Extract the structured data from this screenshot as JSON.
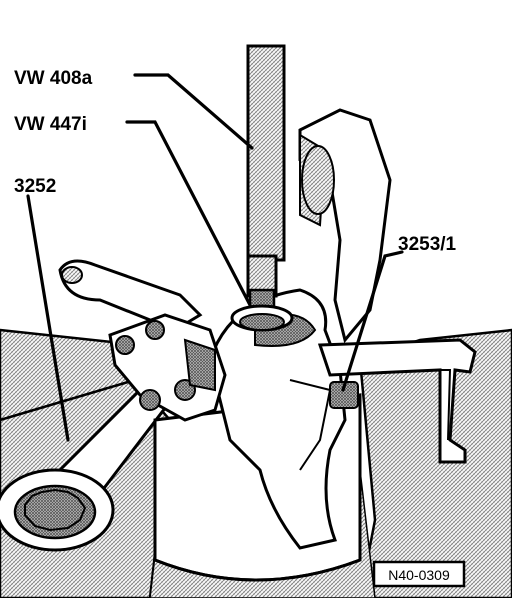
{
  "labels": {
    "vw408a": "VW 408a",
    "vw447i": "VW 447i",
    "t3252": "3252",
    "t3253": "3253/1"
  },
  "figure_code": "N40-0309",
  "colors": {
    "ink": "#000000",
    "paper": "#ffffff",
    "hatch": "#9a9a9a"
  }
}
